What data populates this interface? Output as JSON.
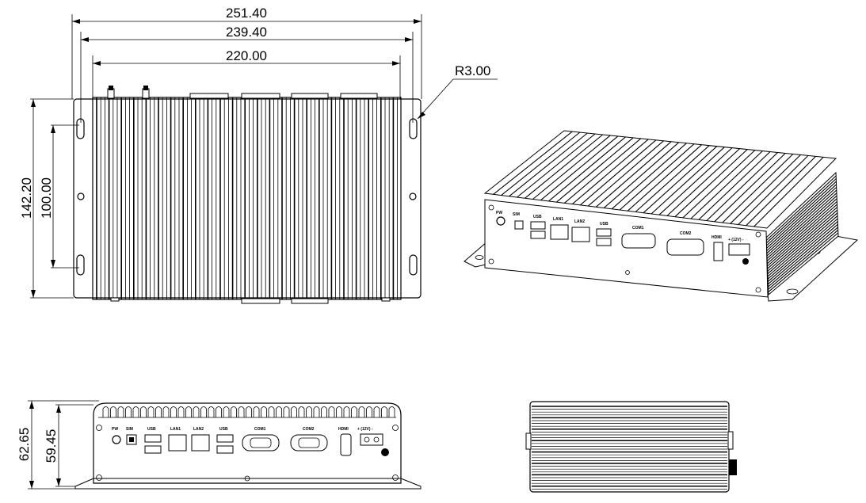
{
  "dimensions": {
    "overall_width": "251.40",
    "hole_spacing_width": "239.40",
    "body_width": "220.00",
    "corner_radius": "R3.00",
    "overall_depth": "142.20",
    "hole_spacing_depth": "100.00",
    "overall_height": "62.65",
    "body_height": "59.45"
  },
  "port_labels": {
    "power": "PW",
    "sim": "SIM",
    "usb1": "USB",
    "lan1": "LAN1",
    "lan2": "LAN2",
    "usb2": "USB",
    "com1": "COM1",
    "com2": "COM2",
    "hdmi": "HDMI",
    "dc_in": "+ (12V) -"
  },
  "colors": {
    "line": "#000000",
    "background": "#ffffff"
  }
}
